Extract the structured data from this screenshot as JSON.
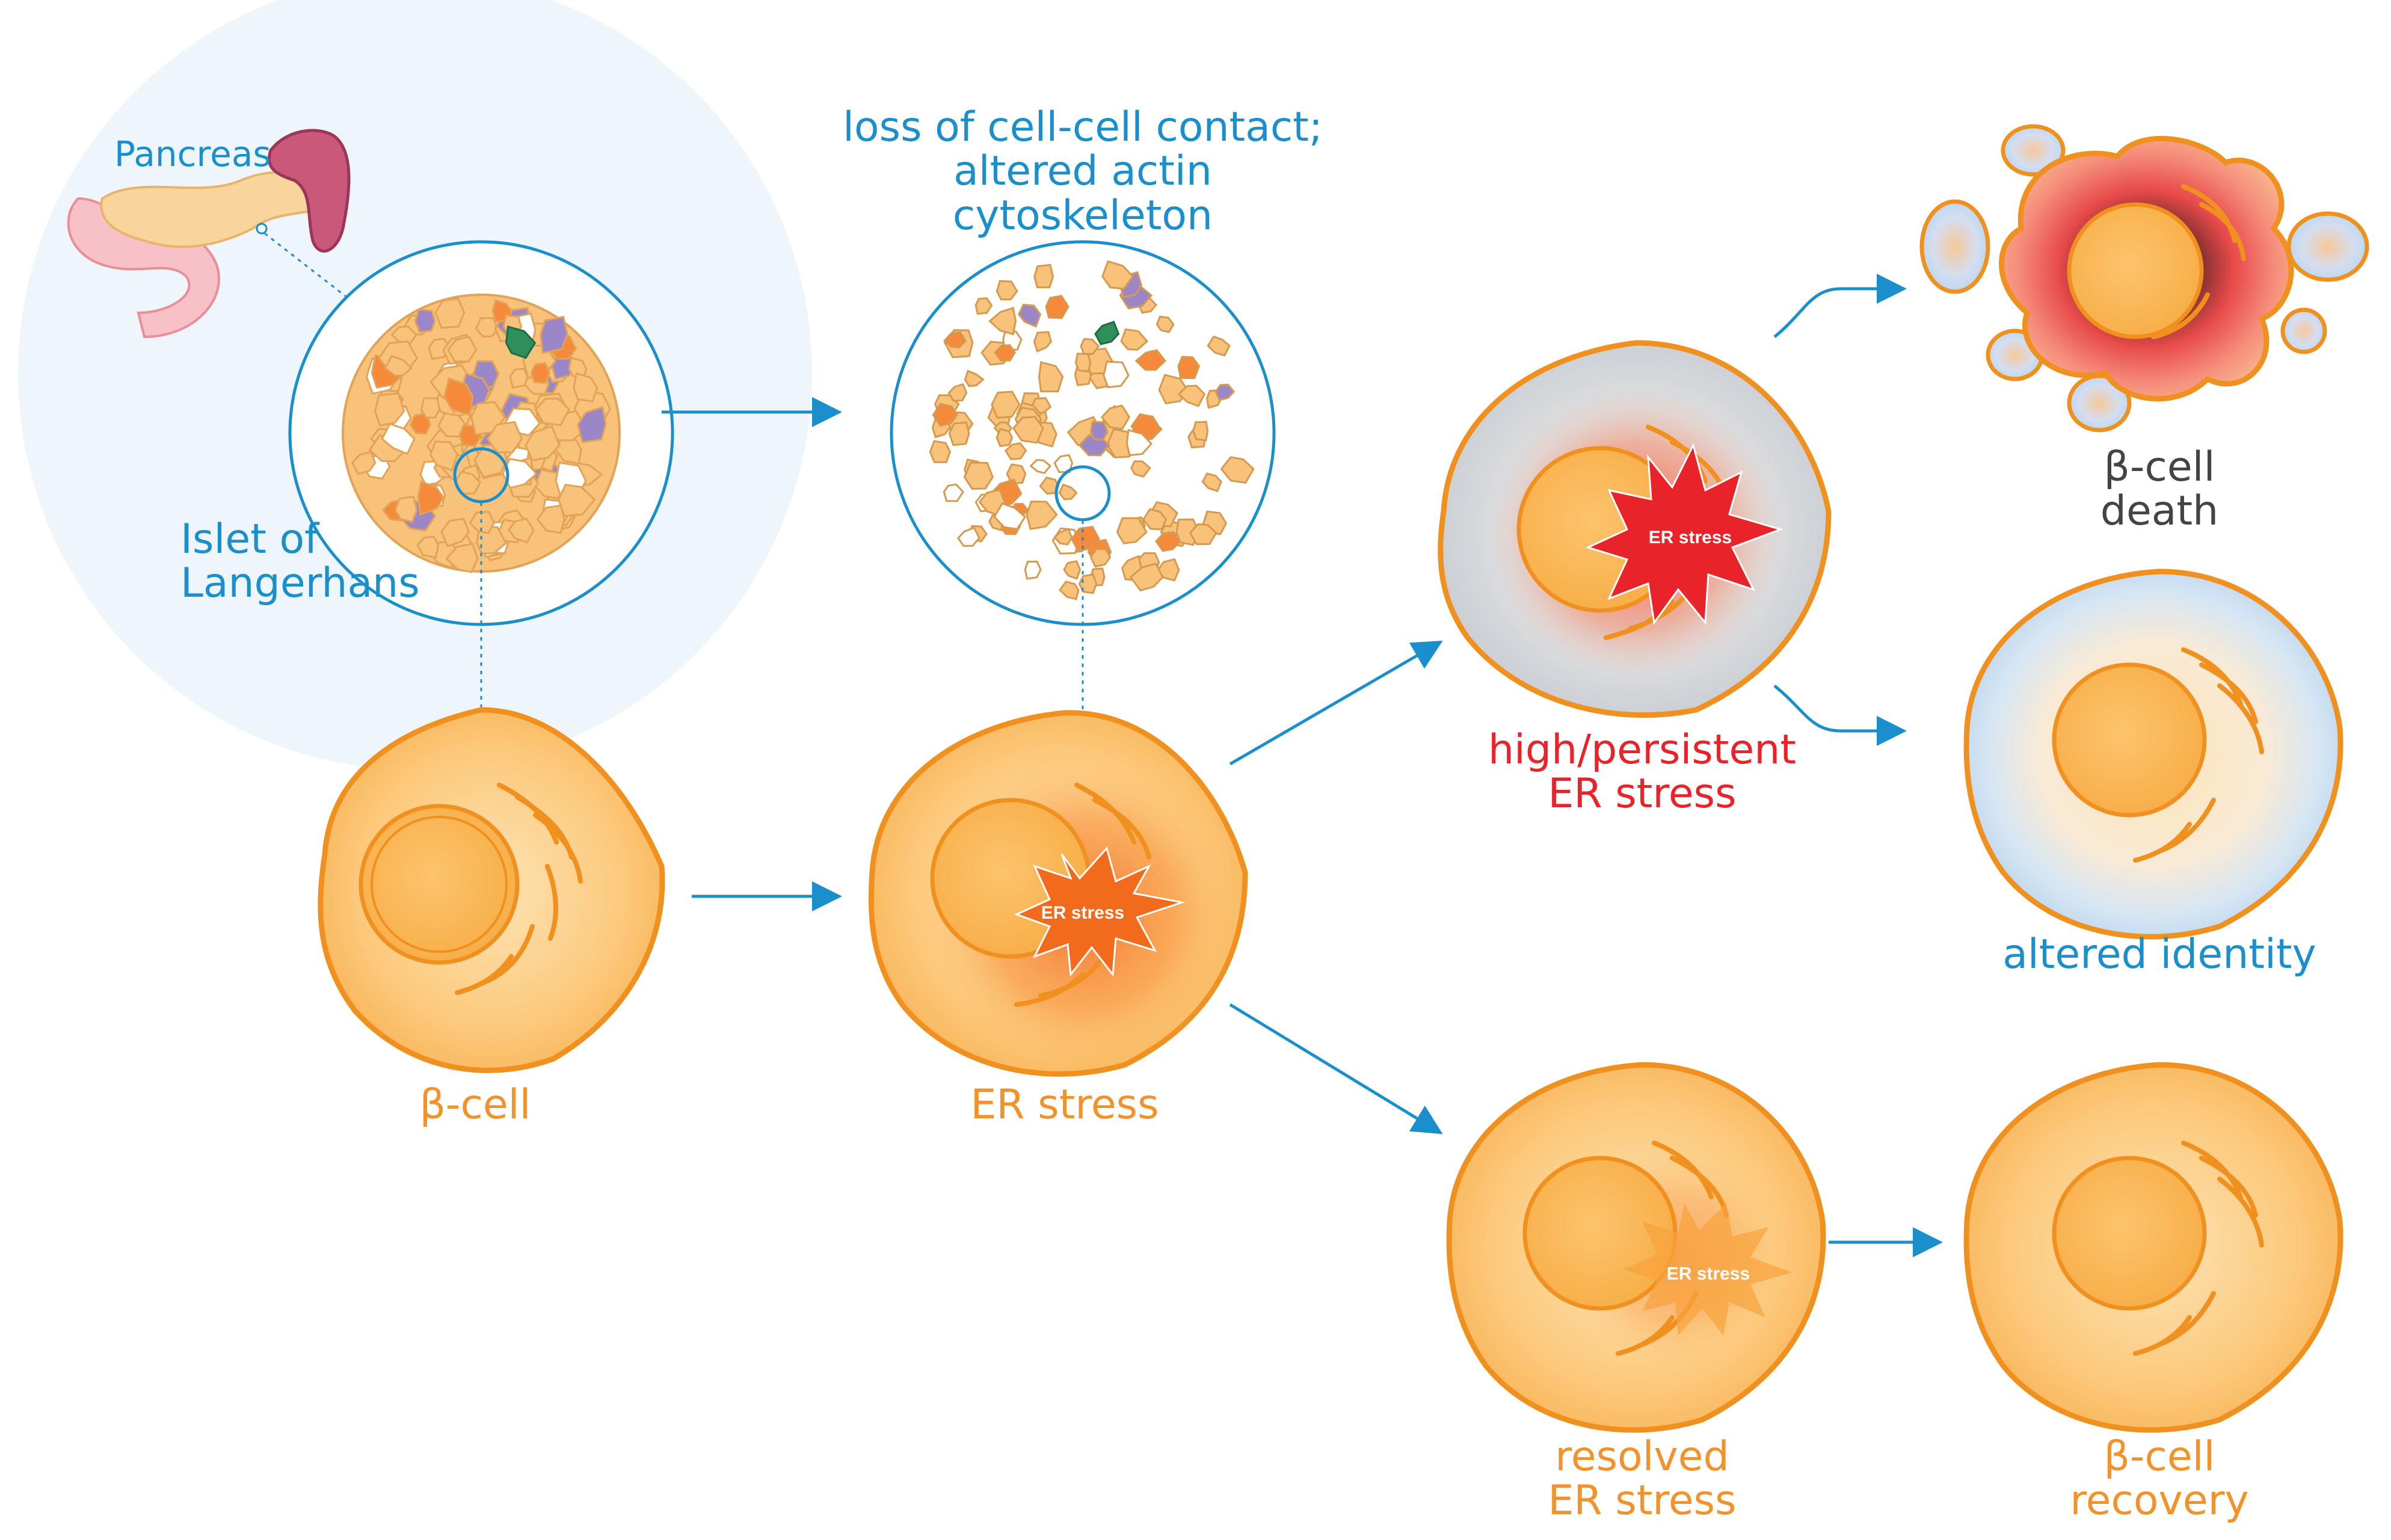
{
  "labels": {
    "pancreas": "Pancreas",
    "islet": [
      "Islet of",
      "Langerhans"
    ],
    "loss_contact": [
      "loss of cell-cell contact;",
      "altered actin",
      "cytoskeleton"
    ],
    "beta_cell": "β-cell",
    "er_stress": "ER stress",
    "high_stress": [
      "high/persistent",
      "ER stress"
    ],
    "death": [
      "β-cell",
      "death"
    ],
    "altered_identity": "altered identity",
    "resolved": [
      "resolved",
      "ER stress"
    ],
    "recovery": [
      "β-cell",
      "recovery"
    ]
  },
  "burst_labels": {
    "middle": "ER stress",
    "high": "ER stress",
    "resolved": "ER stress"
  },
  "colors": {
    "arrow": "#1a8fcc",
    "cell_fill": "#fbbf6b",
    "cell_stroke": "#f0901e",
    "stress_red": "#e8232a",
    "stress_orange": "#f26a1b",
    "identity_blue": "#bcd9ef",
    "background_circle": "#eef5fb"
  }
}
